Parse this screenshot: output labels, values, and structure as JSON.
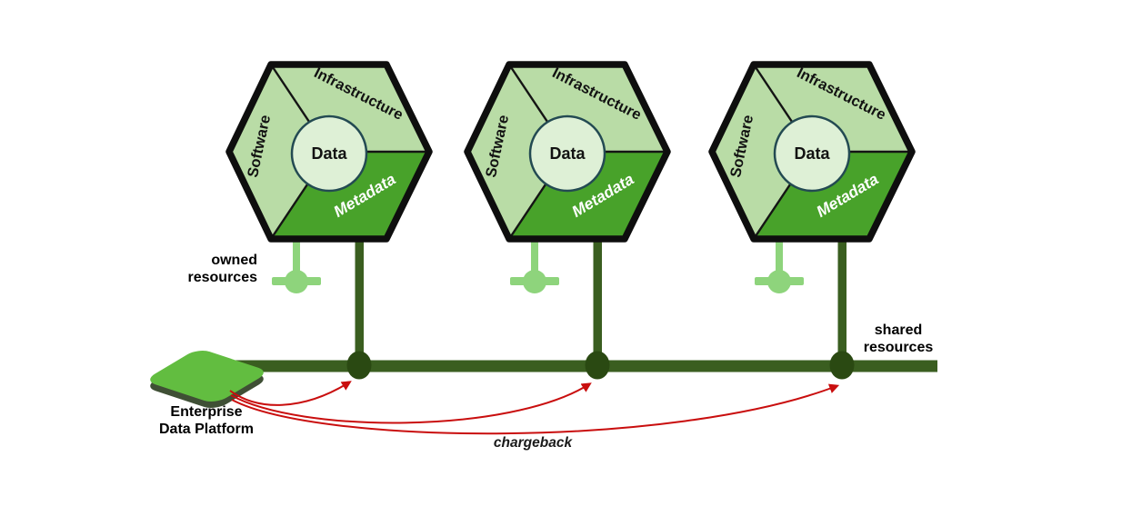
{
  "diagram": {
    "hexagon": {
      "count": 3,
      "labels": {
        "software": "Software",
        "infrastructure": "Infrastructure",
        "data": "Data",
        "metadata": "Metadata"
      }
    },
    "platform": {
      "name_line1": "Enterprise",
      "name_line2": "Data Platform"
    },
    "annotations": {
      "owned_line1": "owned",
      "owned_line2": "resources",
      "shared_line1": "shared",
      "shared_line2": "resources",
      "chargeback": "chargeback"
    },
    "colors": {
      "segment_light_green": "#b9dca6",
      "metadata_green": "#48a22a",
      "data_circle_fill": "#def0d6",
      "data_circle_stroke": "#234a52",
      "bus_green": "#3a5e20",
      "node_green": "#2a4912",
      "resource_light_green": "#8ed47c",
      "platform_green": "#62bd40",
      "platform_shadow": "#3f4f35",
      "arrow_red": "#c90e0e",
      "outline": "#0e0e0e",
      "text": "#121212",
      "metadata_text": "#ffffff"
    }
  }
}
